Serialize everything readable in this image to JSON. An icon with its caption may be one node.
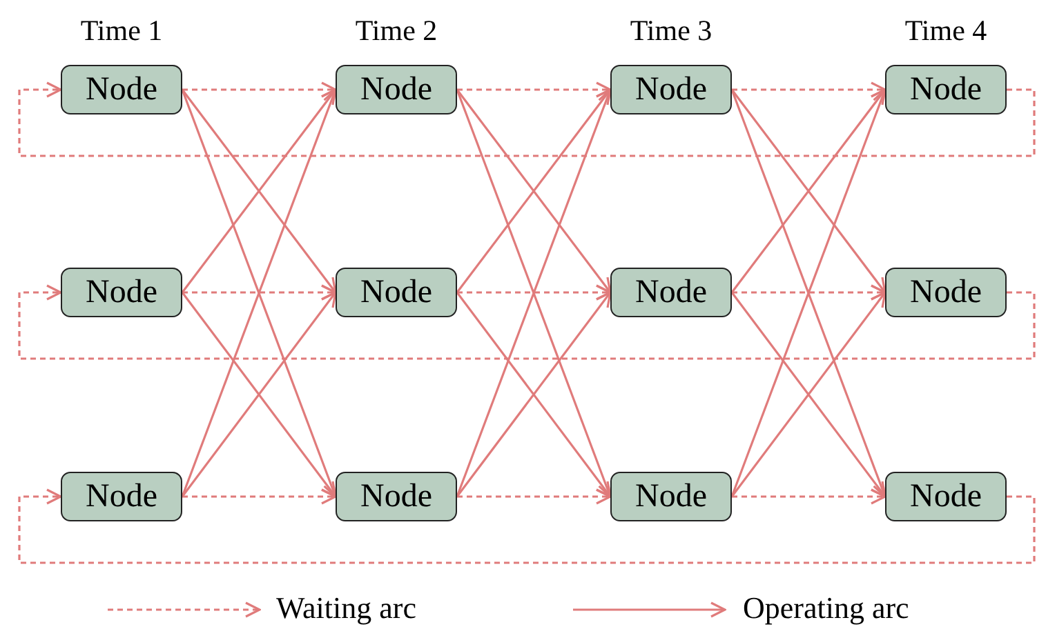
{
  "diagram": {
    "nodes": [
      {
        "text": [
          "Node"
        ]
      },
      {
        "text": [
          "Node"
        ]
      },
      {
        "text": [
          "Node"
        ]
      },
      {
        "text": [
          "Node"
        ]
      },
      {
        "text": [
          "Node"
        ]
      },
      {
        "text": [
          "Node"
        ]
      },
      {
        "text": [
          "Node"
        ]
      },
      {
        "text": [
          "Node"
        ]
      },
      {
        "text": [
          "Node"
        ]
      },
      {
        "text": [
          "Node"
        ]
      },
      {
        "text": [
          "Node"
        ]
      },
      {
        "text": [
          "Node"
        ]
      }
    ],
    "edges": [
      {
        "from": 0,
        "to": 1,
        "arrow": "to",
        "style": "dashed"
      },
      {
        "from": 1,
        "to": 2,
        "arrow": "to",
        "style": "dashed"
      },
      {
        "from": 2,
        "to": 3,
        "arrow": "to",
        "style": "dashed"
      },
      {
        "from": 3,
        "to": 0,
        "arrow": "to",
        "style": "dashed"
      },
      {
        "from": 4,
        "to": 5,
        "arrow": "to",
        "style": "dashed"
      },
      {
        "from": 5,
        "to": 6,
        "arrow": "to",
        "style": "dashed"
      },
      {
        "from": 6,
        "to": 7,
        "arrow": "to",
        "style": "dashed"
      },
      {
        "from": 7,
        "to": 4,
        "arrow": "to",
        "style": "dashed"
      },
      {
        "from": 8,
        "to": 9,
        "arrow": "to",
        "style": "dashed"
      },
      {
        "from": 9,
        "to": 10,
        "arrow": "to",
        "style": "dashed"
      },
      {
        "from": 10,
        "to": 11,
        "arrow": "to",
        "style": "dashed"
      },
      {
        "from": 11,
        "to": 8,
        "arrow": "to",
        "style": "dashed"
      },
      {
        "from": 0,
        "to": 5,
        "arrow": "to"
      },
      {
        "from": 0,
        "to": 9,
        "arrow": "to"
      },
      {
        "from": 4,
        "to": 1,
        "arrow": "to"
      },
      {
        "from": 4,
        "to": 9,
        "arrow": "to"
      },
      {
        "from": 8,
        "to": 1,
        "arrow": "to"
      },
      {
        "from": 8,
        "to": 5,
        "arrow": "to"
      },
      {
        "from": 1,
        "to": 6,
        "arrow": "to"
      },
      {
        "from": 1,
        "to": 10,
        "arrow": "to"
      },
      {
        "from": 5,
        "to": 2,
        "arrow": "to"
      },
      {
        "from": 5,
        "to": 10,
        "arrow": "to"
      },
      {
        "from": 9,
        "to": 2,
        "arrow": "to"
      },
      {
        "from": 9,
        "to": 6,
        "arrow": "to"
      },
      {
        "from": 2,
        "to": 7,
        "arrow": "to"
      },
      {
        "from": 2,
        "to": 11,
        "arrow": "to"
      },
      {
        "from": 6,
        "to": 3,
        "arrow": "to"
      },
      {
        "from": 6,
        "to": 11,
        "arrow": "to"
      },
      {
        "from": 10,
        "to": 3,
        "arrow": "to"
      },
      {
        "from": 10,
        "to": 7,
        "arrow": "to"
      }
    ],
    "labels": [
      "Time 1",
      "Time 2",
      "Time 3",
      "Time 4"
    ],
    "legend": [
      {
        "text": "Waiting arc"
      },
      {
        "text": "Operating arc"
      }
    ]
  }
}
